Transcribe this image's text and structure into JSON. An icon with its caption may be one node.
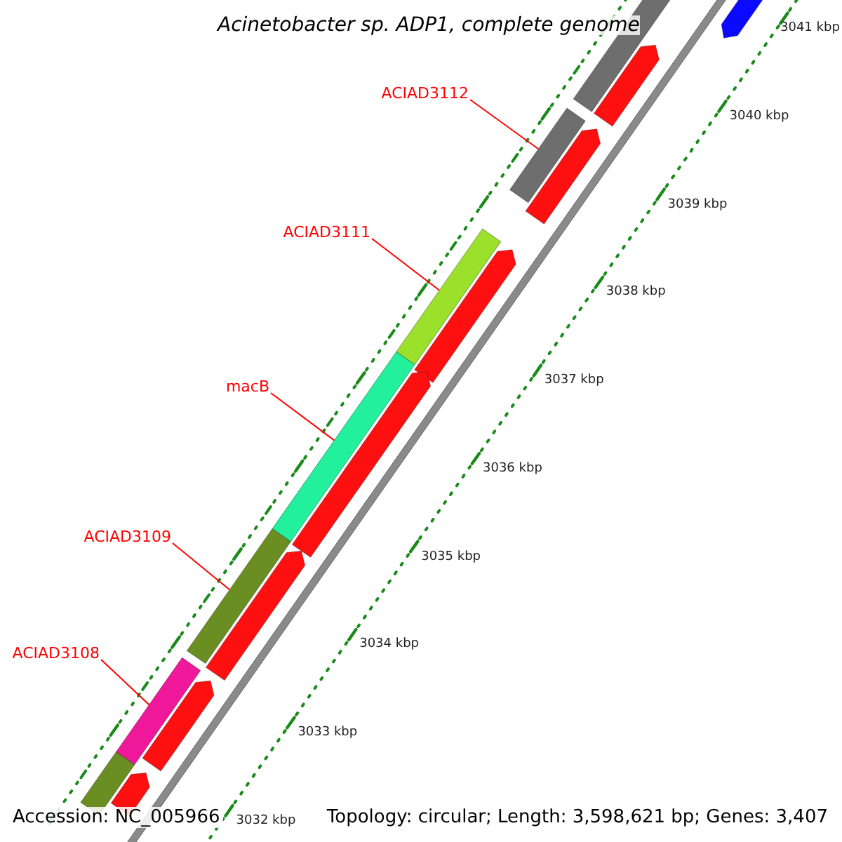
{
  "diagram": {
    "title": "Acinetobacter sp. ADP1, complete genome",
    "nodes": [
      {
        "text": [
          "ACIAD3112"
        ]
      },
      {
        "text": [
          "ACIAD3111"
        ]
      },
      {
        "text": [
          "macB"
        ]
      },
      {
        "text": [
          "ACIAD3109"
        ]
      },
      {
        "text": [
          "ACIAD3108"
        ]
      },
      {
        "text": [],
        "shape": "bar"
      },
      {
        "text": [],
        "shape": "bar"
      },
      {
        "text": [],
        "shape": "bar"
      },
      {
        "text": [],
        "shape": "bar"
      },
      {
        "text": [],
        "shape": "bar"
      },
      {
        "text": [],
        "shape": "arrow"
      },
      {
        "text": [],
        "shape": "bar"
      },
      {
        "text": [],
        "shape": "arrow"
      },
      {
        "text": [],
        "shape": "arrow"
      },
      {
        "text": [],
        "shape": "arrow"
      },
      {
        "text": [],
        "shape": "arrow"
      },
      {
        "text": [],
        "shape": "arrow"
      },
      {
        "text": [],
        "shape": "arrow"
      },
      {
        "text": [],
        "shape": "arrow"
      },
      {
        "text": [],
        "shape": "bar"
      }
    ],
    "edges": [
      {
        "from": 0,
        "to": 5,
        "arrow": "none"
      },
      {
        "from": 1,
        "to": 6,
        "arrow": "none"
      },
      {
        "from": 2,
        "to": 7,
        "arrow": "none"
      },
      {
        "from": 3,
        "to": 8,
        "arrow": "none"
      },
      {
        "from": 4,
        "to": 9,
        "arrow": "none"
      }
    ],
    "labels": [
      "3041 kbp",
      "3040 kbp",
      "3039 kbp",
      "3038 kbp",
      "3037 kbp",
      "3036 kbp",
      "3035 kbp",
      "3034 kbp",
      "3033 kbp",
      "3032 kbp",
      "Accession: NC_005966",
      "Topology: circular; Length: 3,598,621 bp; Genes: 3,407"
    ]
  }
}
